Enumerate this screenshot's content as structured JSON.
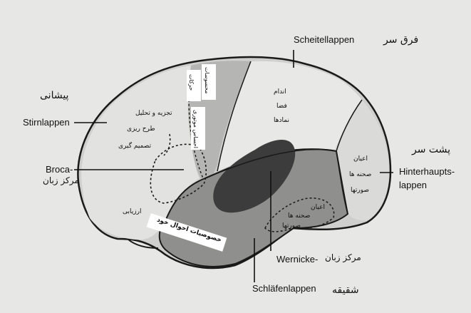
{
  "labels": {
    "scheitellappen": "Scheitellappen",
    "farq_sar": "فرق سر",
    "peshani": "پيشانی",
    "stirnlappen": "Stirnlappen",
    "broca": "Broca-",
    "broca_fa": "مرکز زبان",
    "posht_sar": "پشت سر",
    "hinterhaupts_1": "Hinterhaupts-",
    "hinterhaupts_2": "lappen",
    "wernicke": "Wernicke-",
    "wernicke_fa": "مرکز زبان",
    "schlaefenlappen": "Schläfenlappen",
    "shaqiqe": "شقیقه"
  },
  "regions": {
    "frontal": [
      "تجزيه و تحليل",
      "طرح ریزی",
      "تصميم گيری"
    ],
    "frontal_lower": "ارزیابی",
    "motor": "حرکات",
    "sensory_top": "محسوسات",
    "sensory_left": "احساس موتوری",
    "parietal": [
      "اندام",
      "فضا",
      "نمادها"
    ],
    "occipital": [
      "اعيان",
      "صحنه ها",
      "صورتها"
    ],
    "temporal": [
      "اعيان",
      "صحنه ها",
      "صورتها"
    ],
    "temporal_banner": "خصوصیات احوال خود"
  }
}
